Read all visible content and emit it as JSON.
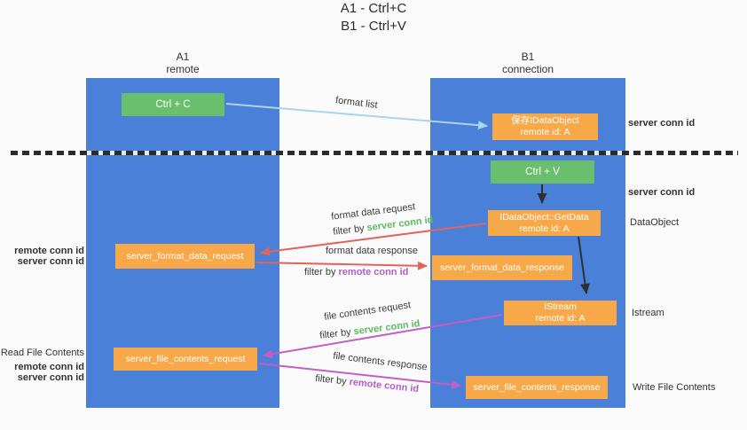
{
  "title": {
    "line1": "A1 - Ctrl+C",
    "line2": "B1 - Ctrl+V"
  },
  "lanes": {
    "a": {
      "name": "A1",
      "role": "remote"
    },
    "b": {
      "name": "B1",
      "role": "connection"
    }
  },
  "boxes": {
    "ctrl_c": "Ctrl + C",
    "ctrl_v": "Ctrl + V",
    "save_idataobject": {
      "line1": "保存IDataObject",
      "line2": "remote id: A"
    },
    "getdata": {
      "line1": "IDataObject::GetData",
      "line2": "remote id: A"
    },
    "istream": {
      "line1": "IStream",
      "line2": "remote id: A"
    },
    "format_request": "server_format_data_request",
    "format_response": "server_format_data_response",
    "file_request": "server_file_contents_request",
    "file_response": "server_file_contents_response"
  },
  "arrow_labels": {
    "format_list": "format list",
    "format_data_request": "format data request",
    "format_data_response": "format data response",
    "file_contents_request": "file contents request",
    "file_contents_response": "file contents response",
    "filter_prefix": "filter by ",
    "server_conn_id": "server conn id",
    "remote_conn_id": "remote conn id"
  },
  "side_labels": {
    "right": {
      "server_conn_id_top": "server conn id",
      "server_conn_id_mid": "server conn id",
      "dataobject": "DataObject",
      "istream": "Istream",
      "write_file_contents": "Write File Contents"
    },
    "left": {
      "remote_conn_id_top": "remote conn id",
      "server_conn_id_top": "server conn id",
      "read_file_contents": "Read File Contents",
      "remote_conn_id_bottom": "remote conn id",
      "server_conn_id_bottom": "server conn id"
    }
  },
  "colors": {
    "lane_blue": "#4a80d8",
    "box_green": "#6abf6e",
    "box_orange": "#f7a94a",
    "arrow_light_blue": "#a9d3ee",
    "arrow_red": "#e2645c",
    "arrow_magenta": "#c45ec4",
    "arrow_black": "#2f2f2f",
    "text_green": "#5db95f",
    "text_purple": "#b45ec9",
    "background": "#fafafa"
  }
}
